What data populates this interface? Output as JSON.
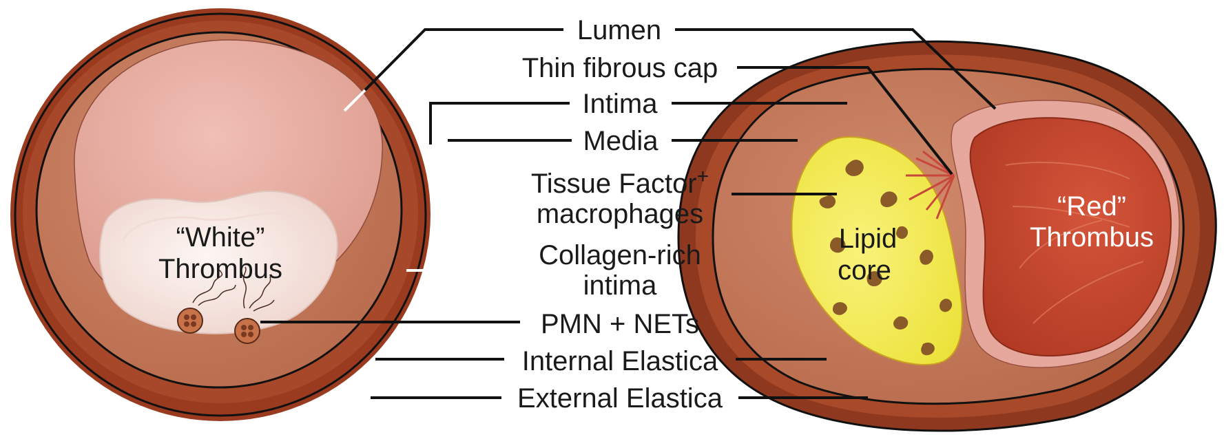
{
  "labels": {
    "lumen": "Lumen",
    "thin_fibrous_cap": "Thin fibrous cap",
    "intima": "Intima",
    "media": "Media",
    "tissue_factor": "Tissue Factor",
    "tissue_factor_sup": "+",
    "macrophages": "macrophages",
    "collagen_rich": "Collagen-rich",
    "collagen_intima": "intima",
    "pmn_nets": "PMN + NETs",
    "internal_elastica": "Internal Elastica",
    "external_elastica": "External Elastica"
  },
  "left_vessel": {
    "thrombus_line1": "“White”",
    "thrombus_line2": "Thrombus"
  },
  "right_vessel": {
    "lipid_line1": "Lipid",
    "lipid_line2": "core",
    "thrombus_line1": "“Red”",
    "thrombus_line2": "Thrombus"
  },
  "colors": {
    "adventitia": "#9a3a1e",
    "media": "#b5603f",
    "intima": "#c07a5e",
    "lumen": "#e8aaa0",
    "white_thrombus": "#f8ece8",
    "lipid_core": "#f2ea4a",
    "red_thrombus": "#c2462e"
  }
}
